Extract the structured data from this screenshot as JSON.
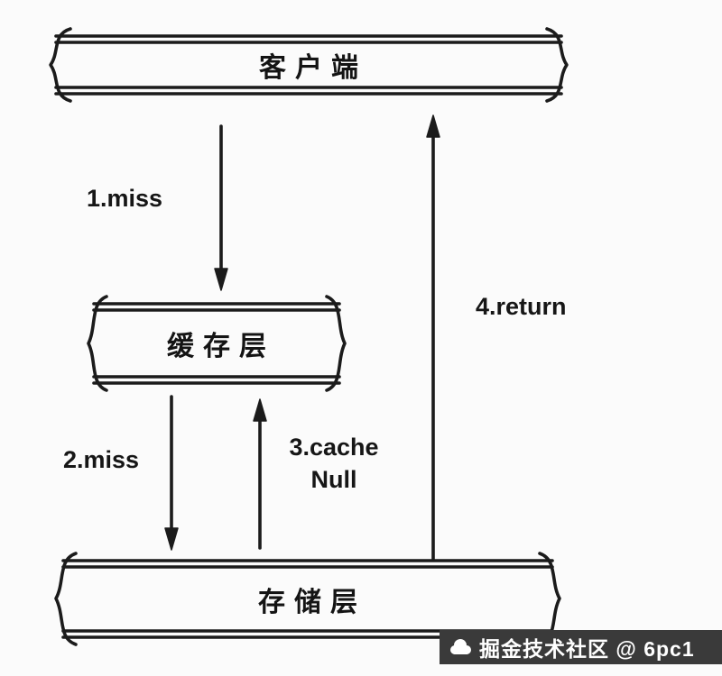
{
  "diagram": {
    "nodes": {
      "client": {
        "label": "客户端"
      },
      "cache": {
        "label": "缓存层"
      },
      "storage": {
        "label": "存储层"
      }
    },
    "edges": {
      "step1": {
        "label": "1.miss",
        "from": "client",
        "to": "cache"
      },
      "step2": {
        "label": "2.miss",
        "from": "cache",
        "to": "storage"
      },
      "step3": {
        "label_line1": "3.cache",
        "label_line2": "Null",
        "from": "storage",
        "to": "cache"
      },
      "step4": {
        "label": "4.return",
        "from": "storage",
        "to": "client"
      }
    },
    "colors": {
      "ink": "#1b1b1b",
      "background": "#fbfbfb",
      "watermark_bg": "#3a3a3a",
      "watermark_text": "#ffffff"
    }
  },
  "watermark": {
    "text": "掘金技术社区 @ 6pc1"
  }
}
